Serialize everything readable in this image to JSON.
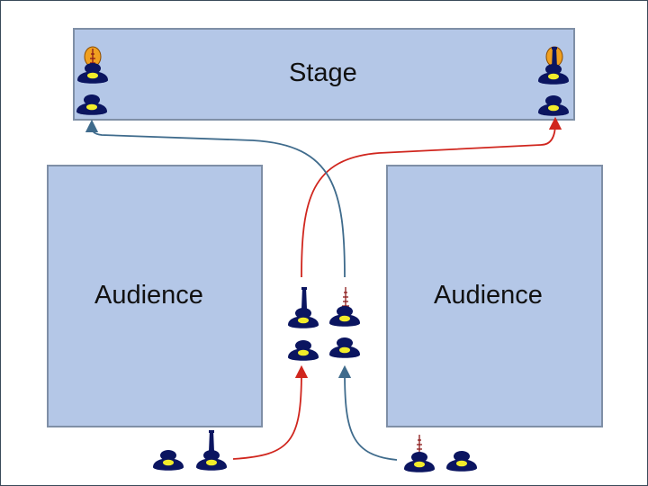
{
  "stage": {
    "label": "Stage"
  },
  "audience_left": {
    "label": "Audience"
  },
  "audience_right": {
    "label": "Audience"
  },
  "colors": {
    "background": "#ffffff",
    "block_fill": "#b4c7e7",
    "block_border": "#7f8fa6",
    "red_path": "#d0261e",
    "blue_path": "#3f6b8c",
    "person_body": "#0b1560",
    "person_dot": "#f2ec2a",
    "performer_orange": "#f0a020"
  },
  "icons": {
    "person": "seated-person-icon",
    "violin": "violin-icon",
    "clarinet": "clarinet-icon"
  }
}
